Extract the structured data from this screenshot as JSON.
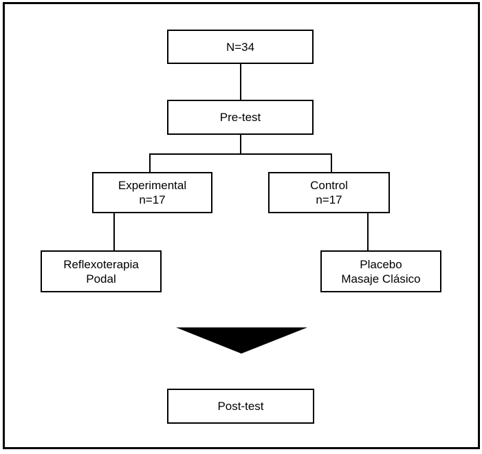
{
  "figure": {
    "type": "flowchart",
    "background_color": "#ffffff",
    "line_color": "#000000",
    "arrow_fill_color": "#000000",
    "nodes": {
      "total": {
        "label": "N=34"
      },
      "pretest": {
        "label": "Pre-test"
      },
      "experimental": {
        "label": "Experimental",
        "sublabel": "n=17"
      },
      "control": {
        "label": "Control",
        "sublabel": "n=17"
      },
      "reflexoterapia": {
        "label": "Reflexoterapia",
        "sublabel": "Podal"
      },
      "placebo": {
        "label": "Placebo",
        "sublabel": "Masaje Clásico"
      },
      "posttest": {
        "label": "Post-test"
      }
    },
    "edges": [
      {
        "from": "total",
        "to": "pretest"
      },
      {
        "from": "pretest",
        "to": "experimental"
      },
      {
        "from": "pretest",
        "to": "control"
      },
      {
        "from": "experimental",
        "to": "reflexoterapia"
      },
      {
        "from": "control",
        "to": "placebo"
      },
      {
        "from": "interventions",
        "to": "posttest",
        "style": "solid-triangle-arrow"
      }
    ]
  }
}
